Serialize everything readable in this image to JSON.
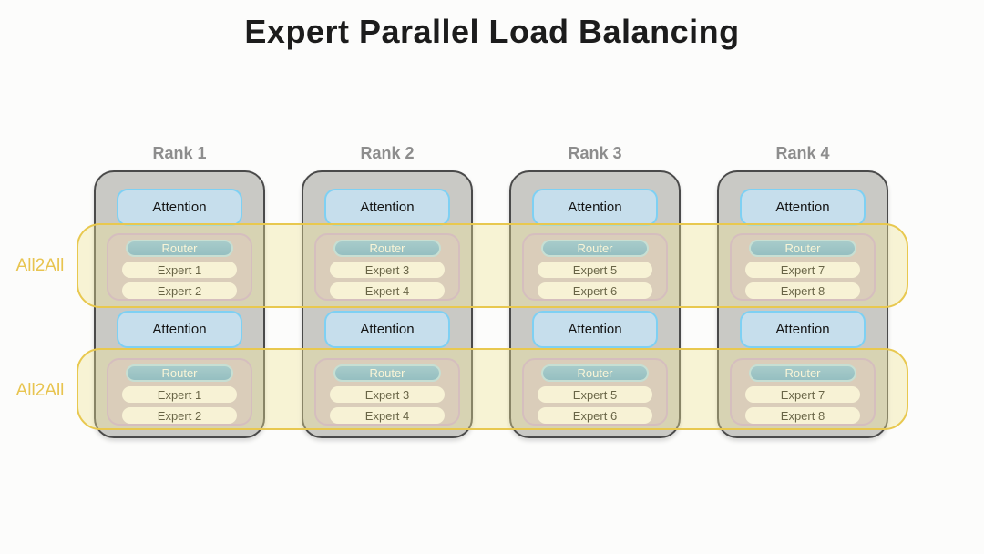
{
  "title": "Expert Parallel Load Balancing",
  "all2all": {
    "band1_label": "All2All",
    "band2_label": "All2All"
  },
  "ranks": [
    {
      "label": "Rank 1",
      "layers": [
        {
          "attention": "Attention",
          "router": "Router",
          "experts": [
            "Expert 1",
            "Expert 2"
          ]
        },
        {
          "attention": "Attention",
          "router": "Router",
          "experts": [
            "Expert 1",
            "Expert 2"
          ]
        }
      ]
    },
    {
      "label": "Rank 2",
      "layers": [
        {
          "attention": "Attention",
          "router": "Router",
          "experts": [
            "Expert 3",
            "Expert 4"
          ]
        },
        {
          "attention": "Attention",
          "router": "Router",
          "experts": [
            "Expert 3",
            "Expert 4"
          ]
        }
      ]
    },
    {
      "label": "Rank 3",
      "layers": [
        {
          "attention": "Attention",
          "router": "Router",
          "experts": [
            "Expert 5",
            "Expert 6"
          ]
        },
        {
          "attention": "Attention",
          "router": "Router",
          "experts": [
            "Expert 5",
            "Expert 6"
          ]
        }
      ]
    },
    {
      "label": "Rank 4",
      "layers": [
        {
          "attention": "Attention",
          "router": "Router",
          "experts": [
            "Expert 7",
            "Expert 8"
          ]
        },
        {
          "attention": "Attention",
          "router": "Router",
          "experts": [
            "Expert 7",
            "Expert 8"
          ]
        }
      ]
    }
  ],
  "colors": {
    "band_yellow_border": "#e8c84f",
    "all2all_text": "#e8c44f",
    "rank_fill": "#c9c9c5",
    "rank_border": "#4a4a4a",
    "rank_label_gray": "#8d8d8d",
    "attention_fill": "#c6deec",
    "attention_border": "#7ed0f3",
    "moe_group_fill": "#cdbfd0",
    "moe_group_border": "#c6a7d7",
    "router_fill": "#66afdf",
    "router_border": "#aedcf9",
    "expert_fill": "#fcfbfc"
  }
}
